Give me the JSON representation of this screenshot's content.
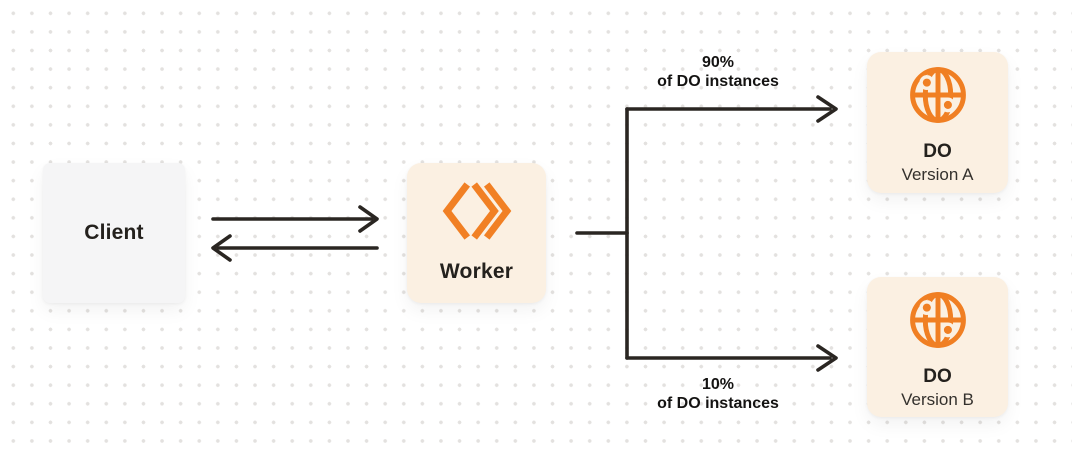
{
  "nodes": {
    "client": {
      "label": "Client"
    },
    "worker": {
      "label": "Worker"
    },
    "do_version_a": {
      "title": "DO",
      "subtitle": "Version A"
    },
    "do_version_b": {
      "title": "DO",
      "subtitle": "Version B"
    }
  },
  "edges": {
    "client_worker": {
      "style": "bidirectional-arrows"
    },
    "worker_to_do_a": {
      "percent": "90%",
      "caption": "of DO instances"
    },
    "worker_to_do_b": {
      "percent": "10%",
      "caption": "of DO instances"
    }
  },
  "icons": {
    "worker": "workers-chevrons-icon",
    "do_a": "globe-icon",
    "do_b": "globe-icon"
  },
  "colors": {
    "accent_orange": "#F18024",
    "cream_panel": "#FBF0E2",
    "client_panel": "#F5F5F6",
    "arrow": "#2A2622",
    "text": "#24211D",
    "dot_grid": "#E3E1DF",
    "background": "#FFFFFF"
  }
}
